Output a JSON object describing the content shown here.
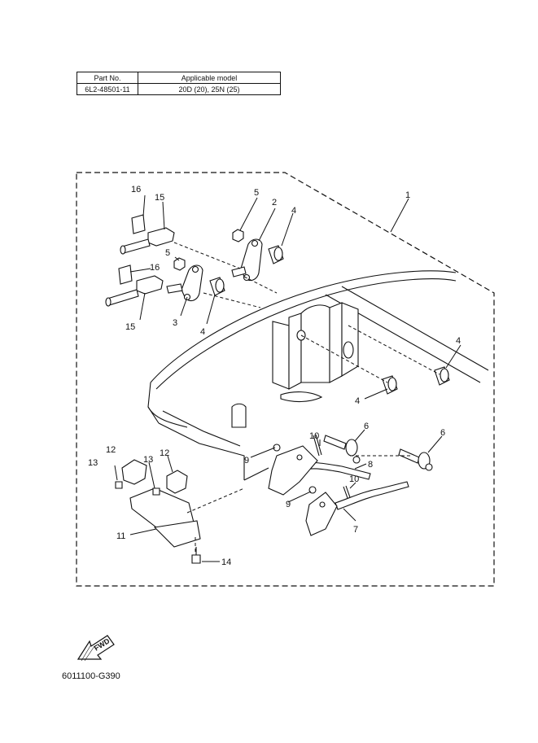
{
  "table": {
    "headers": [
      "Part No.",
      "Applicable model"
    ],
    "rows": [
      [
        "6L2-48501-11",
        "20D (20), 25N (25)"
      ]
    ]
  },
  "callouts": {
    "c1": "1",
    "c2": "2",
    "c3": "3",
    "c4": [
      "4",
      "4",
      "4",
      "4"
    ],
    "c5": [
      "5",
      "5"
    ],
    "c6": [
      "6",
      "6"
    ],
    "c7": "7",
    "c8": "8",
    "c9": [
      "9",
      "9"
    ],
    "c10": [
      "10",
      "10"
    ],
    "c11": "11",
    "c12": [
      "12",
      "12"
    ],
    "c13": [
      "13",
      "13"
    ],
    "c14": "14",
    "c15": [
      "15",
      "15"
    ],
    "c16": [
      "16",
      "16"
    ]
  },
  "fwd_label": "FWD",
  "drawing_code": "6011100-G390"
}
